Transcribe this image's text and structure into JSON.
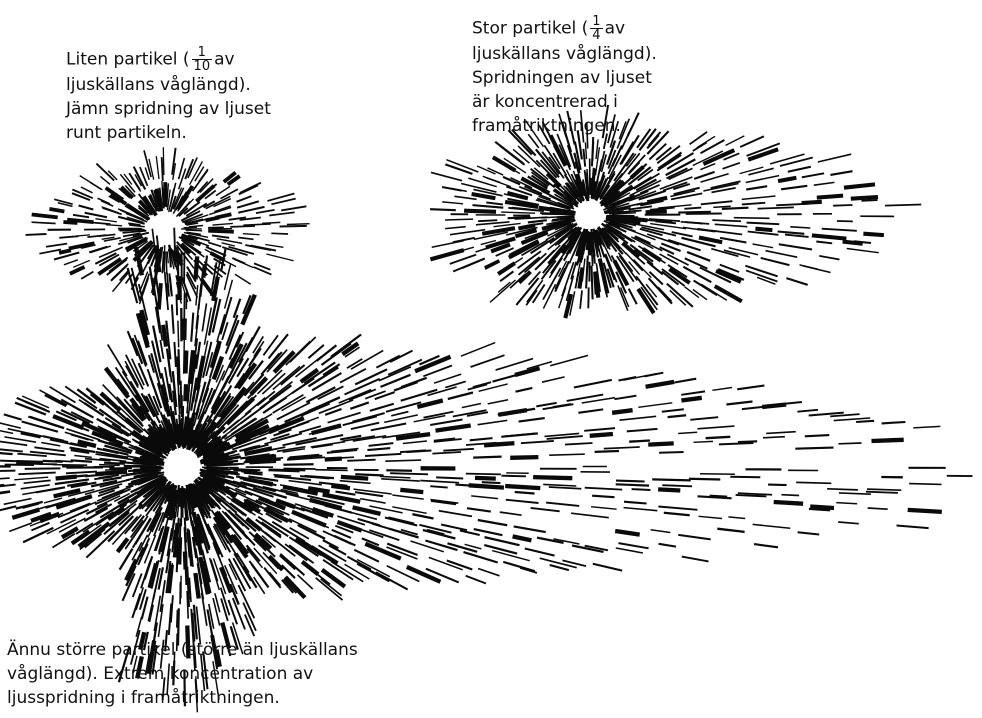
{
  "colors": {
    "background": "#ffffff",
    "ink": "#0a0a0a"
  },
  "small_particle": {
    "caption_prefix": "Liten partikel (",
    "fraction_num": "1",
    "fraction_den": "10",
    "caption_suffix": "av",
    "lines": [
      "ljuskällans våglängd).",
      "Jämn spridning av ljuset",
      "runt partikeln."
    ]
  },
  "large_particle": {
    "caption_prefix": "Stor partikel (",
    "fraction_num": "1",
    "fraction_den": "4",
    "caption_suffix": "av",
    "lines": [
      "ljuskällans våglängd).",
      "Spridningen av ljuset",
      "är koncentrerad  i",
      "framåtriktningen."
    ]
  },
  "larger_particle": {
    "lines": [
      "Ännu större partikel (större än ljuskällans",
      "våglängd). Extrem koncentration  av",
      "ljusspridning i framåtriktningen."
    ]
  }
}
